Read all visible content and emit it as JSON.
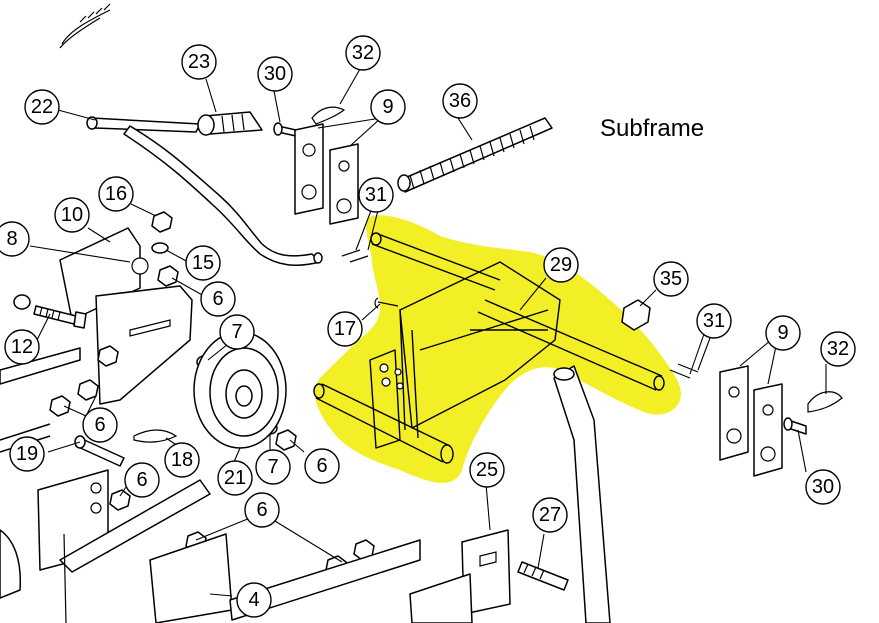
{
  "title": "Subframe",
  "callouts": [
    {
      "label": "23"
    },
    {
      "label": "30"
    },
    {
      "label": "32"
    },
    {
      "label": "22"
    },
    {
      "label": "9"
    },
    {
      "label": "36"
    },
    {
      "label": "16"
    },
    {
      "label": "10"
    },
    {
      "label": "31"
    },
    {
      "label": "8"
    },
    {
      "label": "15"
    },
    {
      "label": "29"
    },
    {
      "label": "6"
    },
    {
      "label": "35"
    },
    {
      "label": "12"
    },
    {
      "label": "17"
    },
    {
      "label": "7"
    },
    {
      "label": "31"
    },
    {
      "label": "9"
    },
    {
      "label": "32"
    },
    {
      "label": "6"
    },
    {
      "label": "19"
    },
    {
      "label": "18"
    },
    {
      "label": "6"
    },
    {
      "label": "21"
    },
    {
      "label": "7"
    },
    {
      "label": "6"
    },
    {
      "label": "25"
    },
    {
      "label": "30"
    },
    {
      "label": "6"
    },
    {
      "label": "27"
    },
    {
      "label": "4"
    }
  ],
  "colors": {
    "highlight": "#f2ee1a",
    "line": "#000000",
    "background": "#ffffff"
  }
}
